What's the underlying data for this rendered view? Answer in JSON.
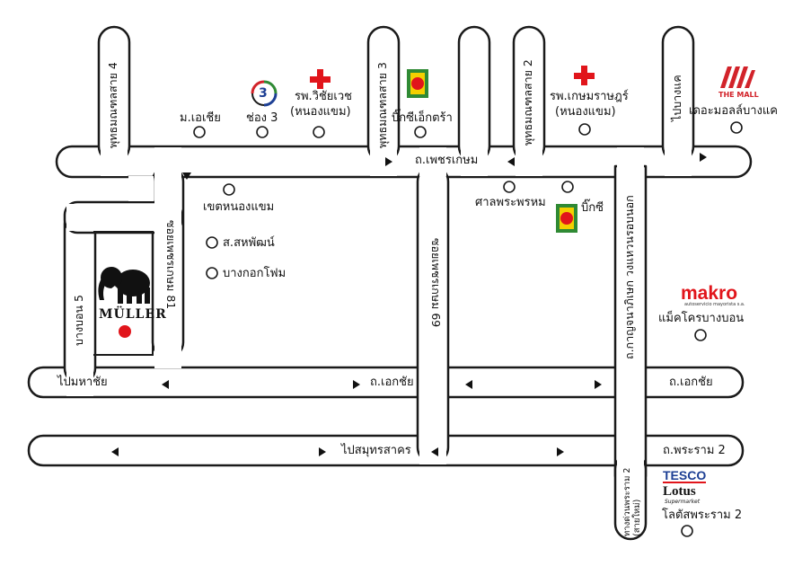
{
  "colors": {
    "road_outline": "#1a1a1a",
    "hospital_cross": "#e1151b",
    "muller_dot": "#e1151b",
    "bigc_green": "#2f8a34",
    "bigc_yellow": "#f4d000",
    "makro_red": "#e1151b",
    "tesco_red": "#e1151b",
    "tesco_blue": "#1d3f94",
    "mall_red": "#d2232a"
  },
  "roads": {
    "phetkasem": "ถ.เพชรเกษม",
    "ekkachai_west": "ไปมหาชัย",
    "ekkachai_mid": "ถ.เอกชัย",
    "ekkachai_east": "ถ.เอกชัย",
    "rama2_west": "ไปสมุทรสาคร",
    "rama2_east": "ถ.พระราม 2",
    "bangbon5": "บางบอน 5",
    "soi81": "ซอยเพชรเกษม 81",
    "soi69": "ซอยเพชรเกษม 69",
    "phuttha4": "พุทธมณฑลสาย 4",
    "phuttha3": "พุทธมณฑลสาย 3",
    "phuttha2": "พุทธมณฑลสาย 2",
    "kanchana": "ถ.กาญจนาภิเษก วงแหวนรอบนอก",
    "bang_khae": "ไปบางแค",
    "rama2_side": "ทางด่วนพระราม 2 (สายใหม่)"
  },
  "places": {
    "m_asia": "ม.เอเชีย",
    "ch3": "ช่อง 3",
    "vichaivej_1": "รพ.วิชัยเวช",
    "vichaivej_2": "(หนองแขม)",
    "bigc_extra": "บิ๊กซีเอ็กตร้า",
    "kasemrad_1": "รพ.เกษมราษฎร์",
    "kasemrad_2": "(หนองแขม)",
    "the_mall": "เดอะมอลล์บางแค",
    "nong_khaem": "เขตหนองแขม",
    "sahaphat": "ส.สหพัฒน์",
    "bangkok_foam": "บางกอกโฟม",
    "sala_phra_phrom": "ศาลพระพรหม",
    "bigc": "บิ๊กซี",
    "makro_branch": "แม็คโครบางบอน",
    "lotus_rama2": "โลตัสพระราม 2"
  },
  "logos": {
    "muller": "MÜLLER",
    "makro": "makro",
    "makro_sub": "autoservicio mayorista s.a.",
    "tesco": "TESCO",
    "lotus": "Lotus",
    "lotus_sub": "Supermarket",
    "the_mall": "THE MALL",
    "ch3_number": "3"
  }
}
